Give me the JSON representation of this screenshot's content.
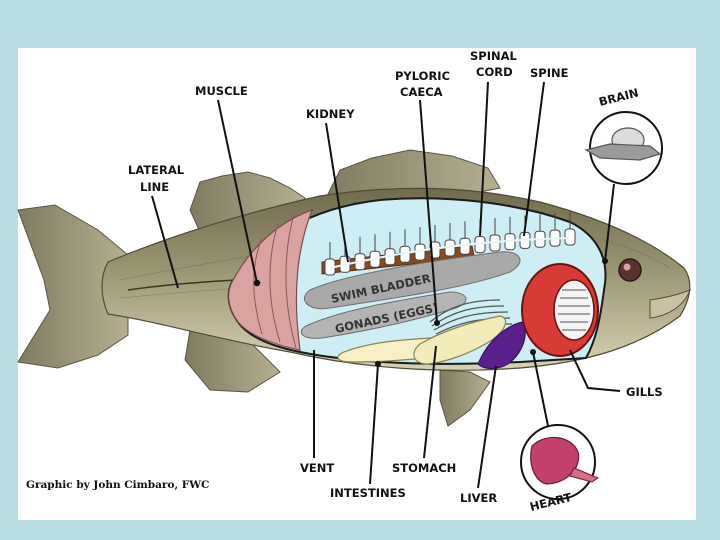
{
  "colors": {
    "slide_background": "#b7dde2",
    "panel_background": "#ffffff",
    "fish_body": "#8d8866",
    "body_cavity": "#cdeef4",
    "muscle": "#d9a3a1",
    "gills": "#d83a36",
    "liver": "#5a1f8c",
    "heart": "#c4406e"
  },
  "labels": {
    "muscle": "MUSCLE",
    "kidney": "KIDNEY",
    "pyloric_caeca": [
      "PYLORIC",
      "CAECA"
    ],
    "spinal_cord": [
      "SPINAL",
      "CORD"
    ],
    "spine": "SPINE",
    "brain": "BRAIN",
    "lateral_line": [
      "LATERAL",
      "LINE"
    ],
    "swim_bladder": "SWIM BLADDER",
    "gonads": "GONADS (EGGS)",
    "gills": "GILLS",
    "vent": "VENT",
    "stomach": "STOMACH",
    "intestines": "INTESTINES",
    "liver": "LIVER",
    "heart": "HEART"
  },
  "credit": "Graphic by John Cimbaro, FWC"
}
